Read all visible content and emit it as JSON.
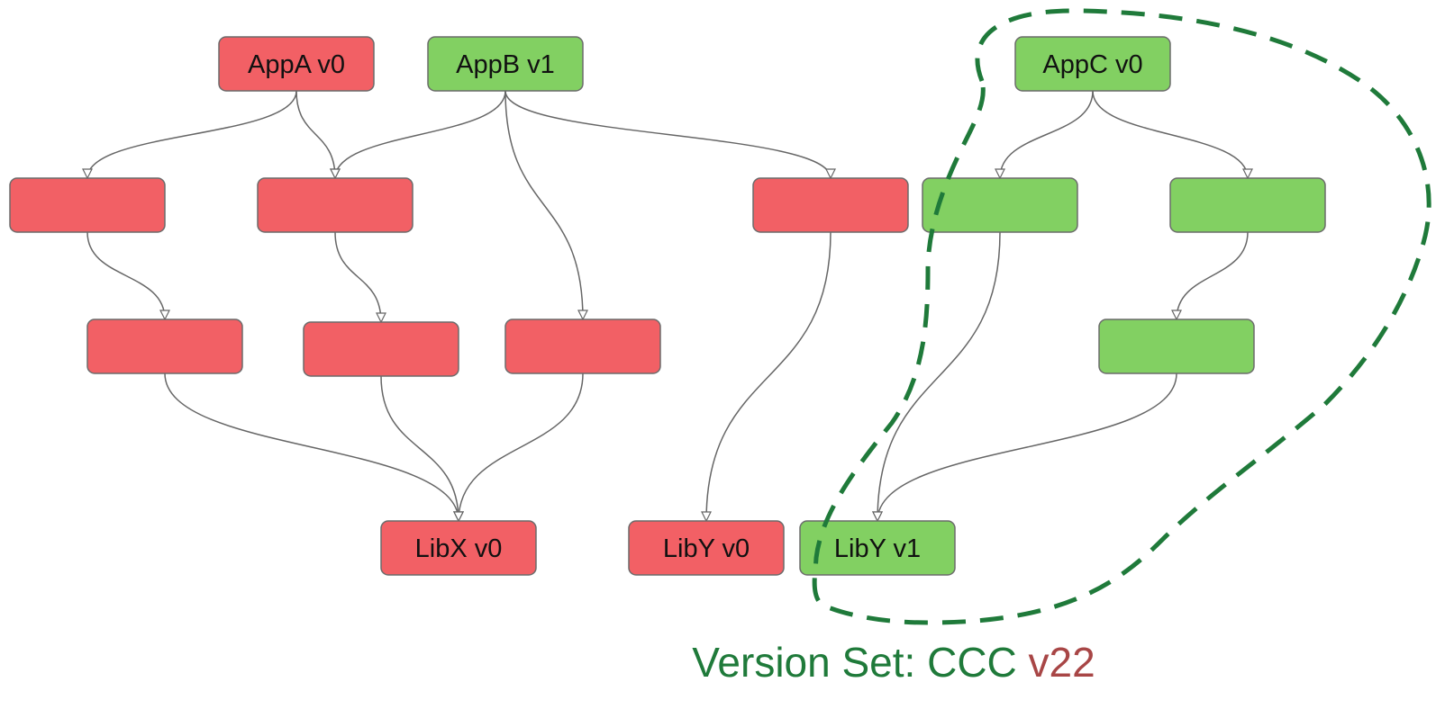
{
  "colors": {
    "red_node": "#f26065",
    "green_node": "#82d062",
    "node_border": "#6b6b6b",
    "edge": "#666666",
    "version_set_outline": "#1f7a3a",
    "caption_prefix": "#1f7a3a",
    "caption_version": "#a84646"
  },
  "nodes": {
    "appa": {
      "label": "AppA v0",
      "status": "red"
    },
    "appb": {
      "label": "AppB v1",
      "status": "green"
    },
    "appc": {
      "label": "AppC v0",
      "status": "green"
    },
    "liba1": {
      "label": "",
      "status": "red"
    },
    "libb1": {
      "label": "",
      "status": "red"
    },
    "libc1": {
      "label": "",
      "status": "red"
    },
    "libd1": {
      "label": "",
      "status": "green"
    },
    "libe1": {
      "label": "",
      "status": "green"
    },
    "liba2": {
      "label": "",
      "status": "red"
    },
    "libb2": {
      "label": "",
      "status": "red"
    },
    "libc2": {
      "label": "",
      "status": "red"
    },
    "libe2": {
      "label": "",
      "status": "green"
    },
    "libx_v0": {
      "label": "LibX v0",
      "status": "red"
    },
    "liby_v0": {
      "label": "LibY v0",
      "status": "red"
    },
    "liby_v1": {
      "label": "LibY v1",
      "status": "green"
    }
  },
  "edges": [
    {
      "from": "appa",
      "to": "liba1"
    },
    {
      "from": "appa",
      "to": "libb1"
    },
    {
      "from": "appb",
      "to": "libb1"
    },
    {
      "from": "appb",
      "to": "libc2"
    },
    {
      "from": "appb",
      "to": "libc1"
    },
    {
      "from": "appc",
      "to": "libd1"
    },
    {
      "from": "appc",
      "to": "libe1"
    },
    {
      "from": "liba1",
      "to": "liba2"
    },
    {
      "from": "libb1",
      "to": "libb2"
    },
    {
      "from": "libe1",
      "to": "libe2"
    },
    {
      "from": "liba2",
      "to": "libx_v0"
    },
    {
      "from": "libb2",
      "to": "libx_v0"
    },
    {
      "from": "libc2",
      "to": "libx_v0"
    },
    {
      "from": "libc1",
      "to": "liby_v0"
    },
    {
      "from": "libd1",
      "to": "liby_v1"
    },
    {
      "from": "libe2",
      "to": "liby_v1"
    }
  ],
  "caption": {
    "prefix": "Version Set: CCC ",
    "version": "v22"
  }
}
